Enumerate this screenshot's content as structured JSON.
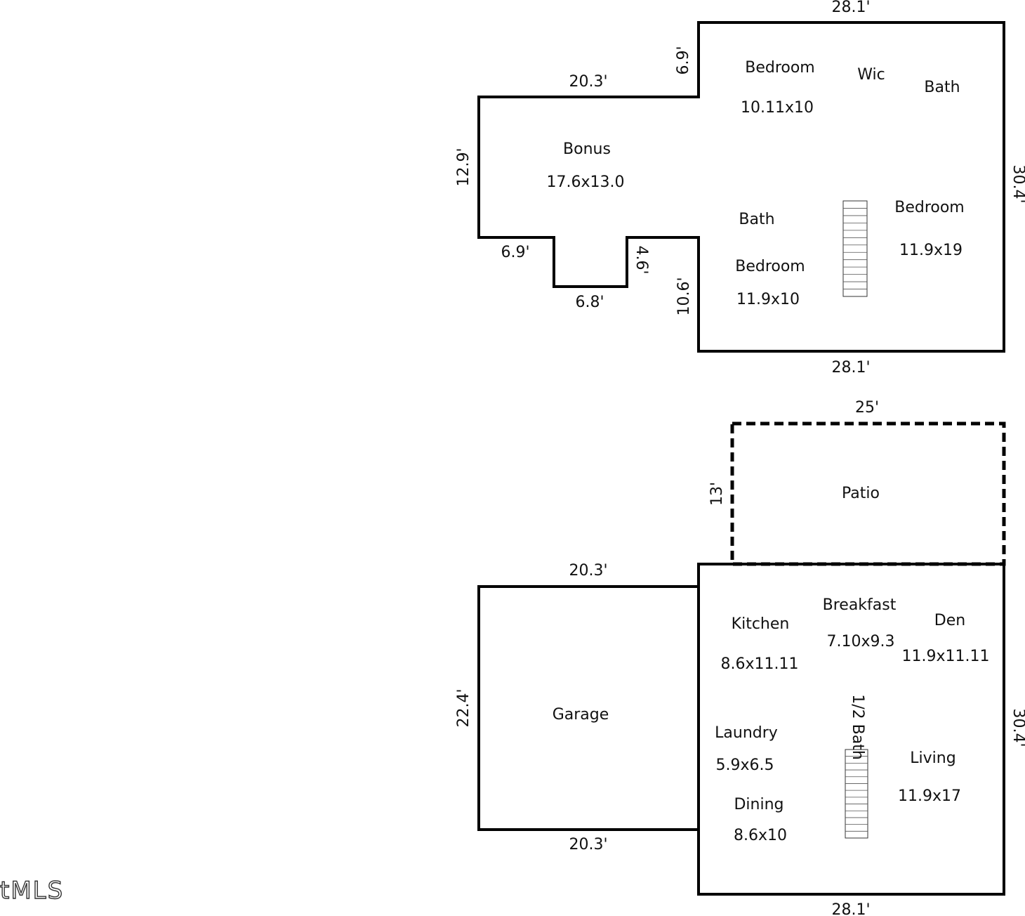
{
  "upper_floor": {
    "dimensions": {
      "top": "28.1'",
      "right": "30.4'",
      "bottom": "28.1'",
      "bonus_top": "20.3'",
      "notch_vertical_top": "6.9'",
      "bonus_left": "12.9'",
      "bump_left": "6.9'",
      "bump_depth": "4.6'",
      "bump_bottom": "6.8'",
      "lower_left": "10.6'"
    },
    "rooms": {
      "bedroom_a": {
        "name": "Bedroom",
        "size": "10.11x10"
      },
      "wic": {
        "name": "Wic"
      },
      "bath_a": {
        "name": "Bath"
      },
      "bonus": {
        "name": "Bonus",
        "size": "17.6x13.0"
      },
      "bath_b": {
        "name": "Bath"
      },
      "bedroom_b": {
        "name": "Bedroom",
        "size": "11.9x19"
      },
      "bedroom_c": {
        "name": "Bedroom",
        "size": "11.9x10"
      }
    },
    "stairs_steps": 13
  },
  "patio": {
    "name": "Patio",
    "dimensions": {
      "top": "25'",
      "left": "13'"
    }
  },
  "main_floor": {
    "dimensions": {
      "garage_top": "20.3'",
      "garage_left": "22.4'",
      "garage_bottom": "20.3'",
      "right": "30.4'",
      "bottom": "28.1'"
    },
    "rooms": {
      "garage": {
        "name": "Garage"
      },
      "kitchen": {
        "name": "Kitchen",
        "size": "8.6x11.11"
      },
      "breakfast": {
        "name": "Breakfast",
        "size": "7.10x9.3"
      },
      "den": {
        "name": "Den",
        "size": "11.9x11.11"
      },
      "half_bath": {
        "name": "1/2 Bath"
      },
      "laundry": {
        "name": "Laundry",
        "size": "5.9x6.5"
      },
      "living": {
        "name": "Living",
        "size": "11.9x17"
      },
      "dining": {
        "name": "Dining",
        "size": "8.6x10"
      }
    },
    "stairs_steps": 13
  },
  "watermark": "tMLS"
}
